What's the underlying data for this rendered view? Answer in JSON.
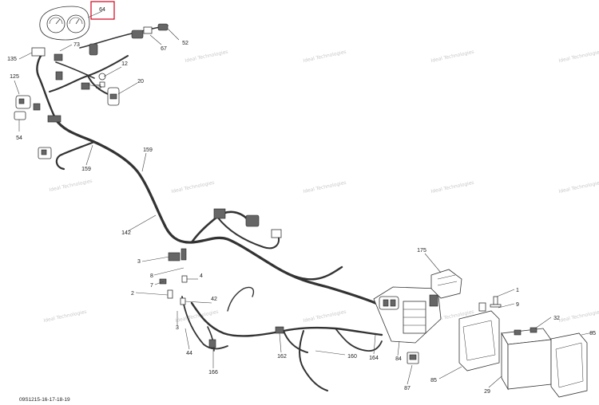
{
  "diagram": {
    "document_code": "09S1215-16-17-18-19",
    "watermark_text": "Ideal Technologies",
    "highlight_color": "#d0021b",
    "highlighted_callout": "64",
    "callouts": {
      "c64": "64",
      "c73": "73",
      "c67": "67",
      "c52": "52",
      "c135": "135",
      "c12": "12",
      "c75": "75",
      "c125": "125",
      "c20": "20",
      "c54": "54",
      "c159a": "159",
      "c159b": "159",
      "c142": "142",
      "c3a": "3",
      "c8": "8",
      "c4": "4",
      "c7": "7",
      "c2": "2",
      "c42": "42",
      "c3b": "3",
      "c44": "44",
      "c166": "166",
      "c162": "162",
      "c160": "160",
      "c164": "164",
      "c84": "84",
      "c87": "87",
      "c175": "175",
      "c1": "1",
      "c9": "9",
      "c32": "32",
      "c29": "29",
      "c85a": "85",
      "c85b": "85"
    }
  }
}
